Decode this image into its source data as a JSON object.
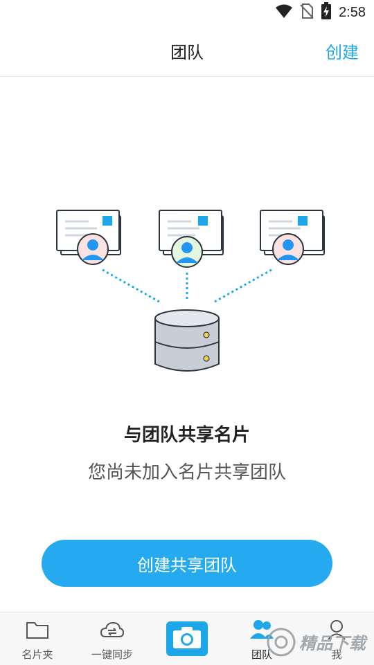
{
  "status_bar": {
    "time": "2:58",
    "icons": [
      "wifi-icon",
      "no-sim-icon",
      "battery-charging-icon"
    ]
  },
  "header": {
    "title": "团队",
    "action_label": "创建"
  },
  "main": {
    "illustration_icons": [
      "business-card-icon",
      "user-avatar-icon",
      "database-icon"
    ],
    "headline": "与团队共享名片",
    "subline": "您尚未加入名片共享团队",
    "primary_button_label": "创建共享团队"
  },
  "bottom_nav": {
    "items": [
      {
        "label": "名片夹",
        "icon": "folder-icon"
      },
      {
        "label": "一键同步",
        "icon": "cloud-sync-icon"
      },
      {
        "label": "",
        "icon": "camera-icon"
      },
      {
        "label": "团队",
        "icon": "team-icon",
        "active": true
      },
      {
        "label": "我",
        "icon": "person-icon"
      }
    ]
  },
  "colors": {
    "accent": "#1ea7e8",
    "button": "#26aaef",
    "text_primary": "#222222",
    "text_secondary": "#555555"
  }
}
